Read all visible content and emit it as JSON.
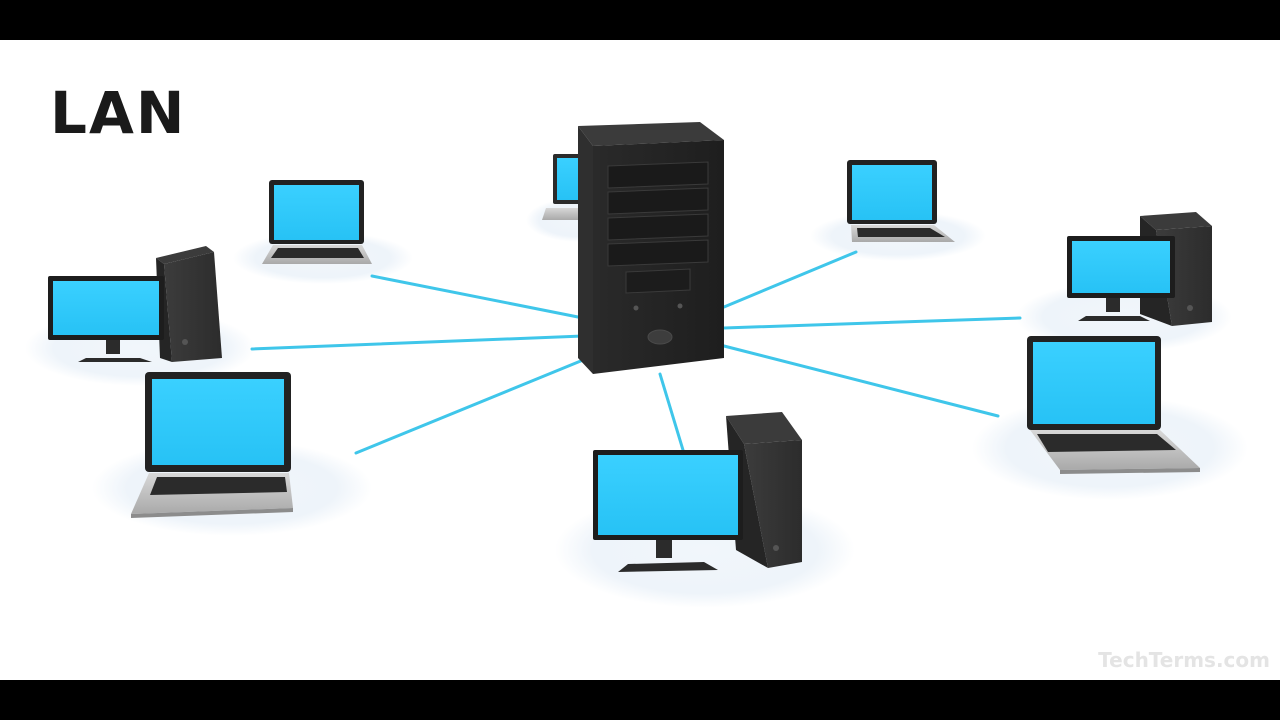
{
  "title": "LAN",
  "watermark": "TechTerms.com",
  "colors": {
    "screen": "#33ccff",
    "cable": "#3fc6ea",
    "case": "#262626",
    "platform": "#eef4fa",
    "background": "#ffffff",
    "letterbox": "#000000"
  },
  "nodes": [
    {
      "id": "server",
      "kind": "server",
      "label": ""
    },
    {
      "id": "laptop-back-left",
      "kind": "laptop",
      "label": ""
    },
    {
      "id": "laptop-back-center",
      "kind": "laptop",
      "label": ""
    },
    {
      "id": "laptop-back-right",
      "kind": "laptop",
      "label": ""
    },
    {
      "id": "desktop-left",
      "kind": "desktop",
      "label": ""
    },
    {
      "id": "desktop-right",
      "kind": "desktop",
      "label": ""
    },
    {
      "id": "laptop-front-left",
      "kind": "laptop",
      "label": ""
    },
    {
      "id": "laptop-front-right",
      "kind": "laptop",
      "label": ""
    },
    {
      "id": "desktop-front",
      "kind": "desktop",
      "label": ""
    }
  ],
  "edges": [
    {
      "from": "server",
      "to": "laptop-back-left"
    },
    {
      "from": "server",
      "to": "desktop-left"
    },
    {
      "from": "server",
      "to": "laptop-front-left"
    },
    {
      "from": "server",
      "to": "desktop-front"
    },
    {
      "from": "server",
      "to": "laptop-back-right"
    },
    {
      "from": "server",
      "to": "desktop-right"
    },
    {
      "from": "server",
      "to": "laptop-front-right"
    }
  ]
}
